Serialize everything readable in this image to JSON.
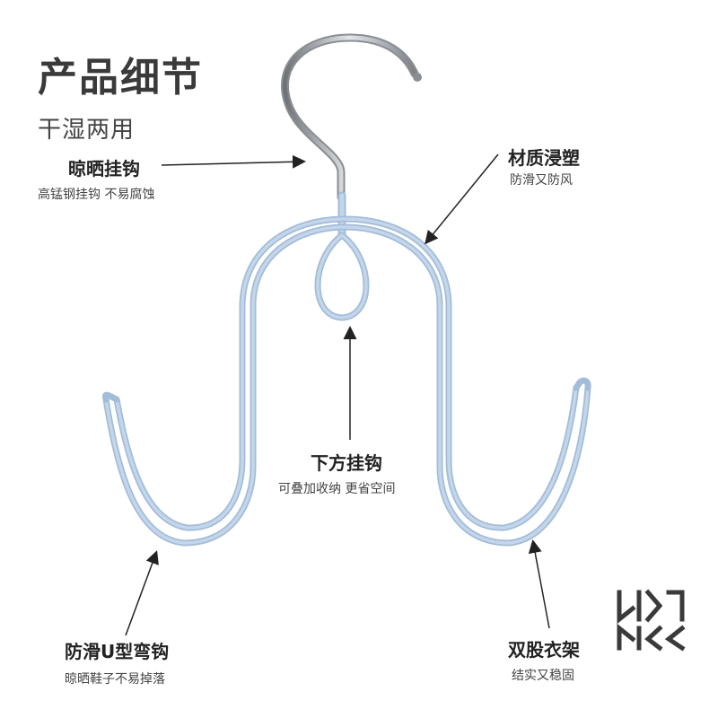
{
  "header": {
    "title": "产品细节",
    "subtitle": "干湿两用"
  },
  "callouts": {
    "top_hook": {
      "label": "晾晒挂钩",
      "desc": "高锰钢挂钩 不易腐蚀"
    },
    "material": {
      "label": "材质浸塑",
      "desc": "防滑又防风"
    },
    "bottom_hook": {
      "label": "下方挂钩",
      "desc": "可叠加收纳 更省空间"
    },
    "u_hook": {
      "label": "防滑U型弯钩",
      "desc": "晾晒鞋子不易掉落"
    },
    "double_hanger": {
      "label": "双股衣架",
      "desc": "结实又稳固"
    }
  },
  "colors": {
    "hanger_blue": "#b9cfe6",
    "hanger_blue_edge": "#a3bcd8",
    "hook_metal": "#9a9ea3",
    "logo": "#3a3a3a"
  },
  "icons": {
    "logo": "brand-logo-icon"
  }
}
